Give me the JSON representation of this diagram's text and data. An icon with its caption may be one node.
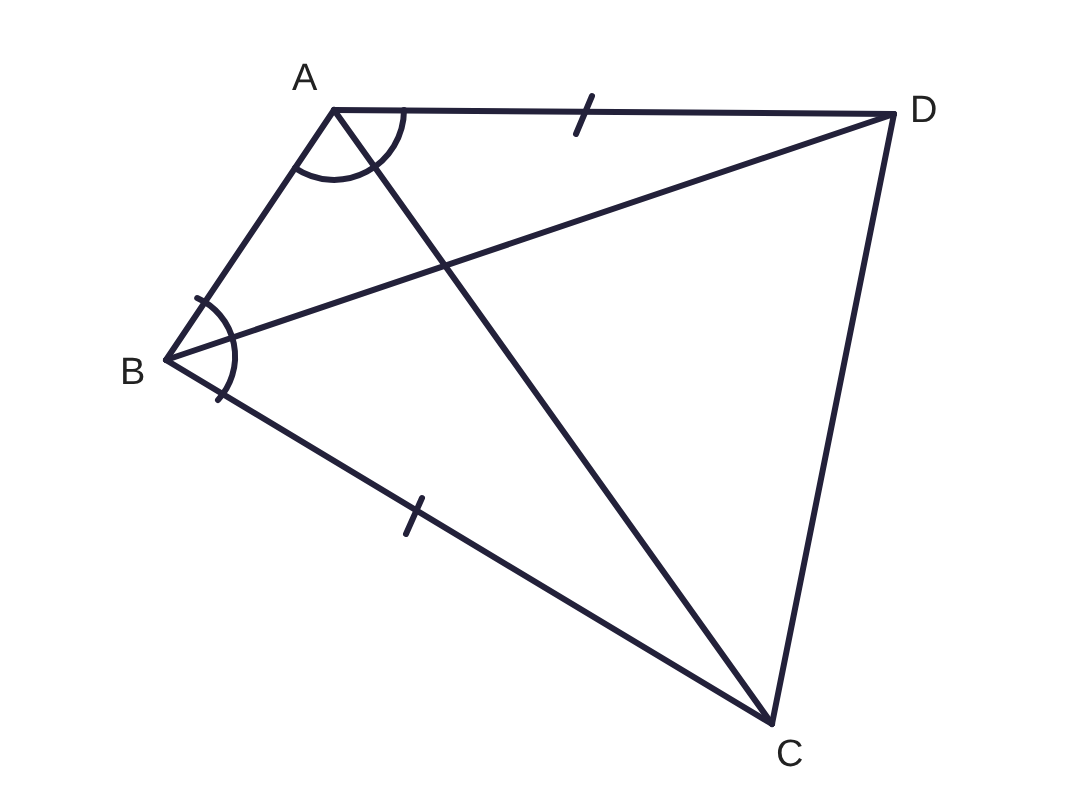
{
  "diagram": {
    "labels": [
      "A",
      "D",
      "B",
      "C"
    ]
  }
}
